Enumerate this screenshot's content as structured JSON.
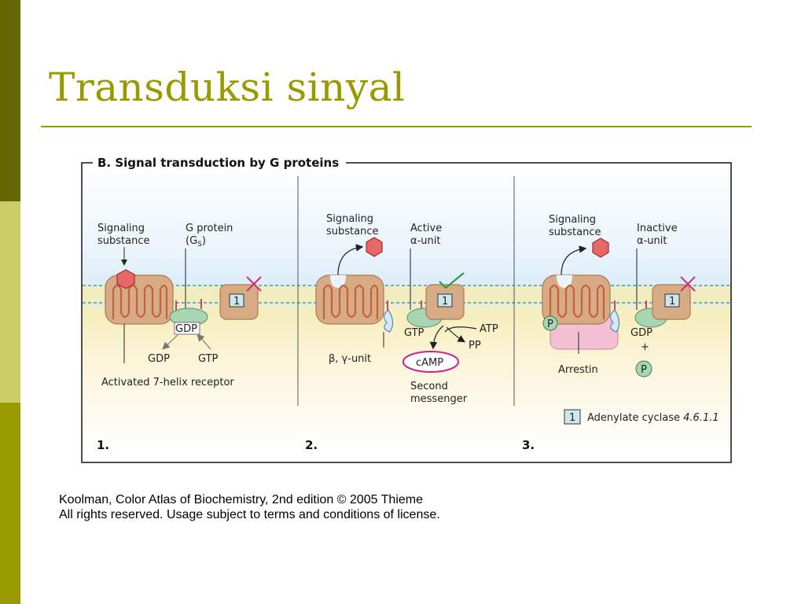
{
  "slide": {
    "title": "Transduksi sinyal",
    "colors": {
      "accent": "#999900",
      "sidebar_dark": "#666600",
      "sidebar_light": "#cccc66",
      "sidebar_mid": "#999900"
    }
  },
  "figure": {
    "heading": "B. Signal transduction by G proteins",
    "panels": [
      {
        "number": "1.",
        "labels": {
          "signal_1": "Signaling",
          "signal_2": "substance",
          "gprot_1": "G protein",
          "gprot_2a": "(G",
          "gprot_2sub": "S",
          "gprot_2b": ")",
          "gdp_bound": "GDP",
          "gdp_out": "GDP",
          "gtp_in": "GTP",
          "receptor": "Activated 7-helix receptor",
          "enzyme": "1"
        }
      },
      {
        "number": "2.",
        "labels": {
          "signal_1": "Signaling",
          "signal_2": "substance",
          "active_1": "Active",
          "active_2": "α-unit",
          "gtp": "GTP",
          "atp": "ATP",
          "pp": "PP",
          "camp": "cAMP",
          "second_1": "Second",
          "second_2": "messenger",
          "beta_gamma": "β, γ-unit",
          "enzyme": "1"
        }
      },
      {
        "number": "3.",
        "labels": {
          "signal_1": "Signaling",
          "signal_2": "substance",
          "inactive_1": "Inactive",
          "inactive_2": "α-unit",
          "gdp": "GDP",
          "plus": "+",
          "p": "P",
          "p_receptor": "P",
          "arrestin": "Arrestin",
          "enzyme": "1"
        }
      }
    ],
    "legend": {
      "box": "1",
      "text": "Adenylate cyclase",
      "ec": "4.6.1.1"
    },
    "colors": {
      "receptor": "#d6ab86",
      "receptor_stroke": "#b07850",
      "helix": "#c8603c",
      "signal": "#e8686a",
      "membrane": "#f5ecb0",
      "cytoplasm": "#fbf6dd",
      "sky": "#dceefa",
      "gprotein": "#a8d5b2",
      "beta_gamma": "#d4e8f5",
      "enzyme_box": "#cde8ec",
      "arrestin": "#f2c0d2",
      "camp_ring": "#c8208a",
      "cross": "#d0307a",
      "check": "#3a9a3a",
      "lipid_anchor": "#cc2222"
    }
  },
  "credit": {
    "line1": "Koolman, Color Atlas of Biochemistry, 2nd edition © 2005 Thieme",
    "line2": "All rights reserved. Usage subject to terms and conditions of license."
  }
}
